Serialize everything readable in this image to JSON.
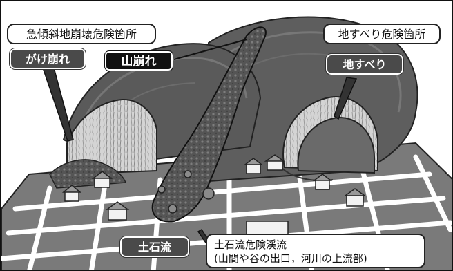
{
  "labels": {
    "steep_slope_area": "急傾斜地崩壊危険箇所",
    "cliff_collapse": "がけ崩れ",
    "mountain_collapse": "山崩れ",
    "landslide_area": "地すべり危険箇所",
    "landslide": "地すべり",
    "debris_flow": "土石流",
    "debris_flow_stream_line1": "土石流危険渓流",
    "debris_flow_stream_line2": "(山間や谷の出口，河川の上流部)"
  },
  "colors": {
    "mountain_dark": "#555555",
    "mountain_mid": "#7a7a7a",
    "mountain_light": "#9a9a9a",
    "ground": "#6e6e6e",
    "road": "#ffffff",
    "cliff_face": "#c8c8c8",
    "debris": "#5a5a5a"
  }
}
